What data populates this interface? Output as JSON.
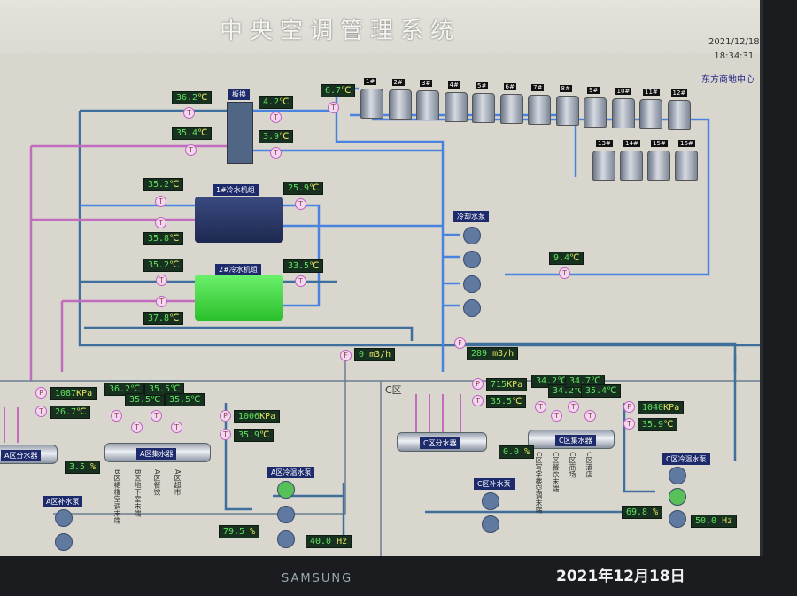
{
  "header": {
    "title": "中央空调管理系统",
    "date": "2021/12/18",
    "time": "18:34:31",
    "site": "东方商地中心"
  },
  "plant": {
    "exchanger_label": "板换",
    "exch_temps": [
      {
        "v": "36.2",
        "u": "℃"
      },
      {
        "v": "35.4",
        "u": "℃"
      },
      {
        "v": "4.2",
        "u": "℃"
      },
      {
        "v": "3.9",
        "u": "℃"
      }
    ],
    "tower_supply": {
      "v": "6.7",
      "u": "℃"
    },
    "towers": [
      "1#",
      "2#",
      "3#",
      "4#",
      "5#",
      "6#",
      "7#",
      "8#",
      "9#",
      "10#",
      "11#",
      "12#",
      "13#",
      "14#",
      "15#",
      "16#"
    ],
    "chiller1": {
      "label": "1#冷水机组",
      "temps": [
        {
          "v": "35.2",
          "u": "℃"
        },
        {
          "v": "35.8",
          "u": "℃"
        },
        {
          "v": "25.9",
          "u": "℃"
        }
      ]
    },
    "chiller2": {
      "label": "2#冷水机组",
      "temps": [
        {
          "v": "35.2",
          "u": "℃"
        },
        {
          "v": "37.8",
          "u": "℃"
        },
        {
          "v": "33.5",
          "u": "℃"
        }
      ]
    },
    "cooling_pumps_label": "冷却水泵",
    "return_temp": {
      "v": "9.4",
      "u": "℃"
    },
    "flow1": {
      "v": "0",
      "u": "m3/h"
    },
    "flow2": {
      "v": "289",
      "u": "m3/h"
    }
  },
  "zone_a": {
    "supply_pressure": {
      "v": "1087",
      "u": "KPa"
    },
    "supply_temp": {
      "v": "26.7",
      "u": "℃"
    },
    "branch_temps": [
      "36.2℃",
      "35.5℃",
      "35.5℃",
      "35.5℃"
    ],
    "return_pressure": {
      "v": "1006",
      "u": "KPa"
    },
    "return_temp": {
      "v": "35.9",
      "u": "℃"
    },
    "bypass_valve": {
      "v": "3.5",
      "u": "%"
    },
    "pump_valve": {
      "v": "79.5",
      "u": "%"
    },
    "freq": {
      "v": "40.0",
      "u": "Hz"
    },
    "distributor": "A区分水器",
    "collector": "A区集水器",
    "makeup_pumps": "A区补水泵",
    "circ_pumps": "A区冷温水泵",
    "branches": [
      "B区裙楼空调末端",
      "B区地下室末端",
      "A区餐饮",
      "A区超市"
    ]
  },
  "zone_c": {
    "label": "C区",
    "supply_pressure": {
      "v": "715",
      "u": "KPa"
    },
    "supply_temp": {
      "v": "35.5",
      "u": "℃"
    },
    "branch_temps": [
      "34.2℃",
      "34.2℃",
      "34.7℃",
      "35.4℃"
    ],
    "return_pressure": {
      "v": "1040",
      "u": "KPa"
    },
    "return_temp": {
      "v": "35.9",
      "u": "℃"
    },
    "bypass_valve": {
      "v": "0.0",
      "u": "%"
    },
    "pump_valve": {
      "v": "69.8",
      "u": "%"
    },
    "freq": {
      "v": "50.0",
      "u": "Hz"
    },
    "distributor": "C区分水器",
    "collector": "C区集水器",
    "makeup_pumps": "C区补水泵",
    "circ_pumps": "C区冷温水泵",
    "branches": [
      "C区写字楼空调末端",
      "C区餐饮末端",
      "C区商场",
      "C区酒店"
    ]
  },
  "overlay": {
    "photo_date": "2021年12月18日",
    "brand": "SAMSUNG"
  }
}
